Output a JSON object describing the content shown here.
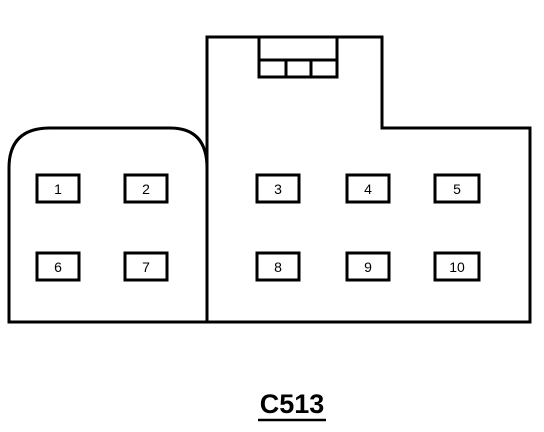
{
  "connector": {
    "id": "C513",
    "stroke_color": "#000000",
    "background_color": "#ffffff",
    "pins": [
      "1",
      "2",
      "3",
      "4",
      "5",
      "6",
      "7",
      "8",
      "9",
      "10"
    ]
  }
}
